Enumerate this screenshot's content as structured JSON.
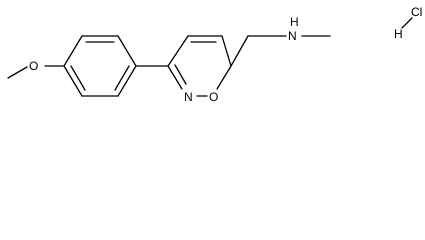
{
  "molecule": {
    "atoms": {
      "o_methoxy": "O",
      "n_ring": "N",
      "o_ring": "O",
      "n_amine": "N",
      "h_amine": "H",
      "cl": "Cl",
      "h_hcl": "H"
    }
  }
}
